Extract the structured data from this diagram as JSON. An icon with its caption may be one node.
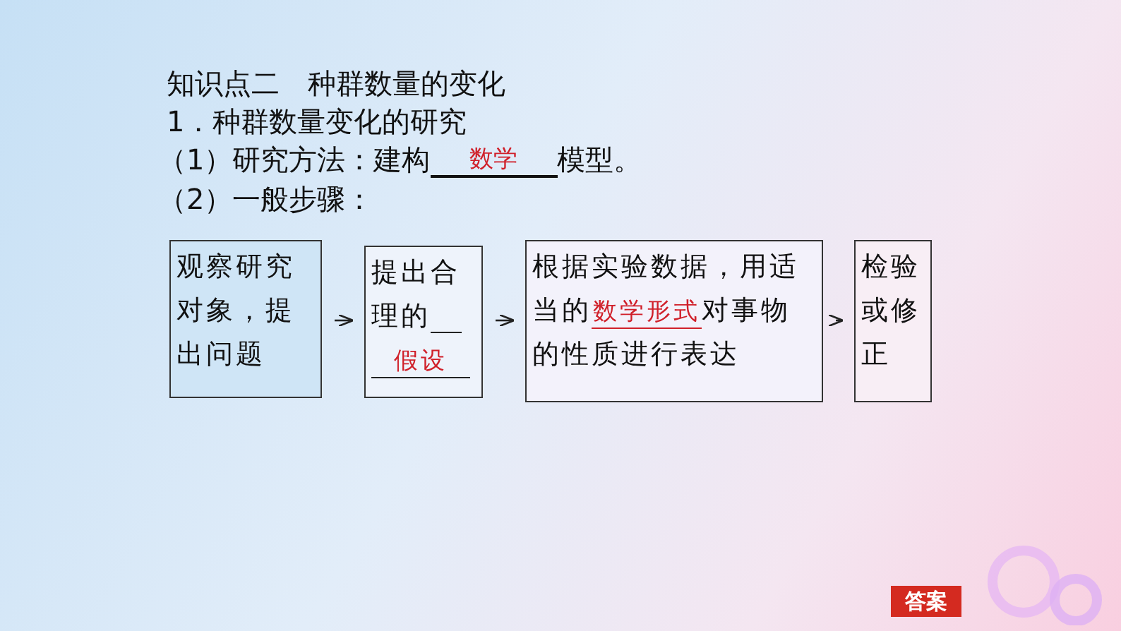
{
  "diagram": {
    "title": "知识点二　种群数量的变化",
    "nodes": [
      {
        "text": [
          "观察研究对象，提出问题"
        ]
      },
      {
        "text": [
          "提出合理的",
          "假设"
        ]
      },
      {
        "text": [
          "根据实验数据，用适当的",
          "数学形式",
          "对事物的性质进行表达"
        ]
      },
      {
        "text": [
          "检验或修正"
        ]
      }
    ],
    "edges": [
      {
        "from": 0,
        "to": 1,
        "arrow": "to"
      },
      {
        "from": 1,
        "to": 2,
        "arrow": "to"
      },
      {
        "from": 2,
        "to": 3,
        "arrow": "to"
      }
    ],
    "labels": [
      "1．种群数量变化的研究",
      "（1）研究方法：建构",
      "数学",
      "模型。",
      "（2）一般步骤：",
      "答案"
    ]
  }
}
